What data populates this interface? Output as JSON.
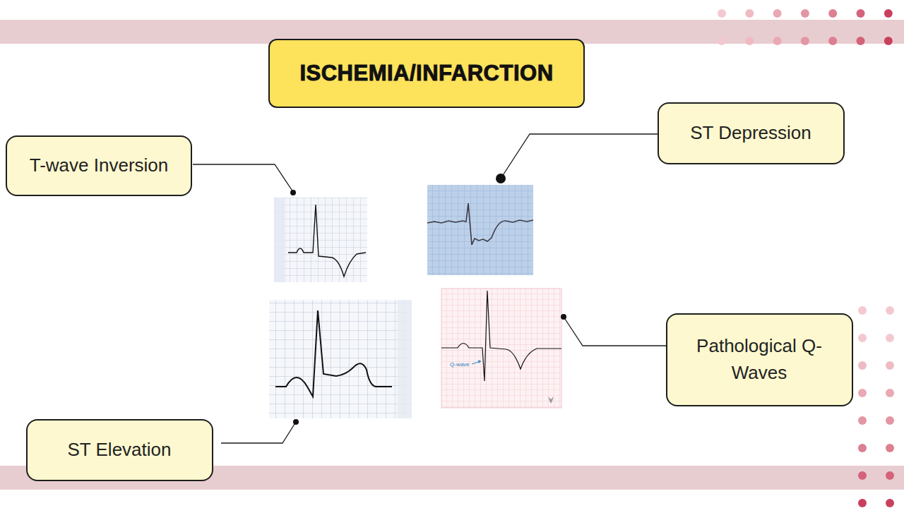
{
  "diagram": {
    "title": "ISCHEMIA/INFARCTION",
    "nodes": [
      {
        "text": [
          "T-wave Inversion"
        ]
      },
      {
        "text": [
          "ST Depression"
        ]
      },
      {
        "text": [
          "Pathological Q-Waves"
        ]
      },
      {
        "text": [
          "ST Elevation"
        ]
      }
    ],
    "labels": [
      "Q-wave"
    ]
  }
}
